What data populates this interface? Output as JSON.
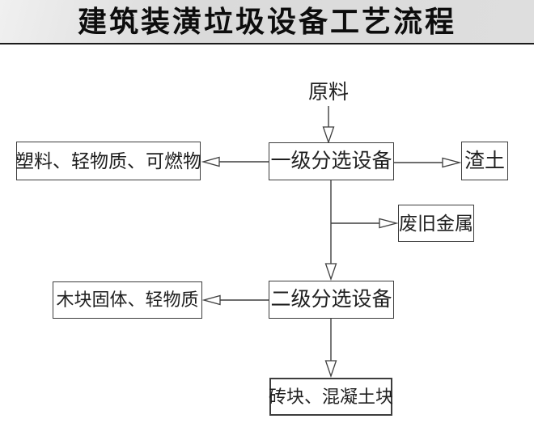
{
  "title": "建筑装潢垃圾设备工艺流程",
  "diagram": {
    "source": "原料",
    "stage1": "一级分选设备",
    "output_plastics": "塑料、轻物质、可燃物",
    "output_slag": "渣土",
    "output_metal": "废旧金属",
    "stage2": "二级分选设备",
    "output_wood": "木块固体、轻物质",
    "output_brick": "砖块、混凝土块"
  },
  "colors": {
    "header_bg": "#dedede",
    "header_rule": "#1b1b1b",
    "canvas_bg": "#ffffff",
    "box_border": "#3d3d3d",
    "connector_line": "#3f3f3f",
    "text": "#1f1f1f"
  }
}
